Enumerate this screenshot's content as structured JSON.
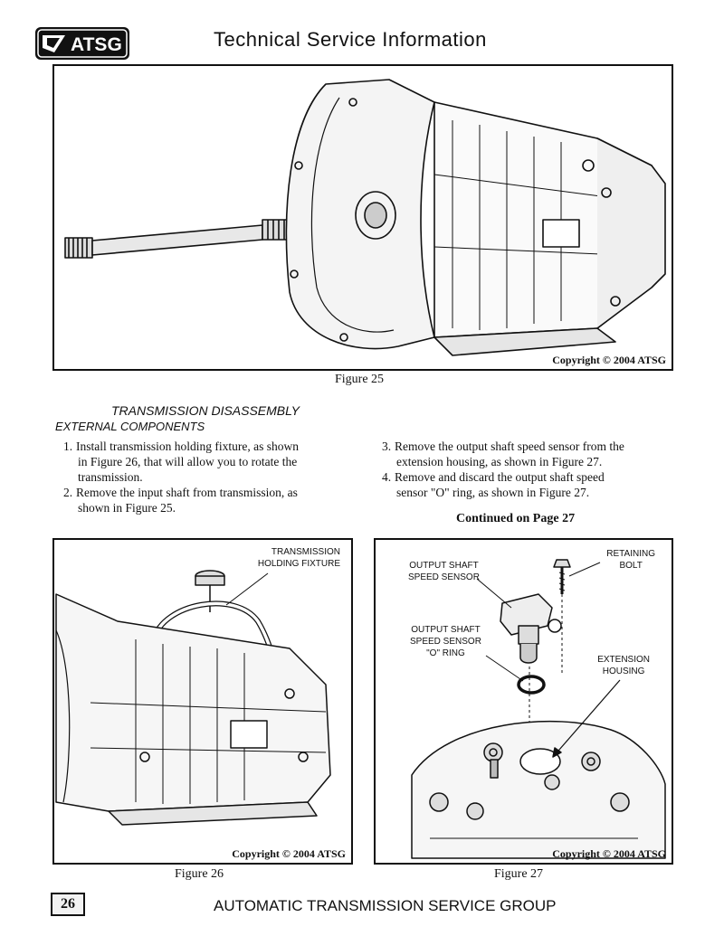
{
  "header": {
    "logo_text": "ATSG",
    "title": "Technical Service Information"
  },
  "figure25": {
    "copyright": "Copyright © 2004 ATSG",
    "caption": "Figure 25"
  },
  "section": {
    "title": "TRANSMISSION DISASSEMBLY",
    "subtitle": "EXTERNAL COMPONENTS",
    "steps_left": [
      {
        "num": "1.",
        "lines": [
          "Install transmission holding fixture, as shown",
          "in Figure 26, that will allow you to rotate the",
          "transmission."
        ]
      },
      {
        "num": "2.",
        "lines": [
          "Remove the input shaft from transmission, as",
          "shown in Figure 25."
        ]
      }
    ],
    "steps_right": [
      {
        "num": "3.",
        "lines": [
          "Remove the output shaft speed sensor from the",
          "extension housing, as shown in Figure 27."
        ]
      },
      {
        "num": "4.",
        "lines": [
          "Remove and discard the output shaft speed",
          "sensor \"O\" ring, as shown in Figure 27."
        ]
      }
    ],
    "continued": "Continued on Page 27"
  },
  "figure26": {
    "label_l1": "TRANSMISSION",
    "label_l2": "HOLDING FIXTURE",
    "copyright": "Copyright © 2004 ATSG",
    "caption": "Figure 26"
  },
  "figure27": {
    "label_sensor_l1": "OUTPUT SHAFT",
    "label_sensor_l2": "SPEED SENSOR",
    "label_bolt_l1": "RETAINING",
    "label_bolt_l2": "BOLT",
    "label_oring_l1": "OUTPUT SHAFT",
    "label_oring_l2": "SPEED SENSOR",
    "label_oring_l3": "\"O\" RING",
    "label_housing_l1": "EXTENSION",
    "label_housing_l2": "HOUSING",
    "copyright": "Copyright © 2004 ATSG",
    "caption": "Figure 27"
  },
  "footer": {
    "page_number": "26",
    "text": "AUTOMATIC TRANSMISSION SERVICE GROUP"
  }
}
